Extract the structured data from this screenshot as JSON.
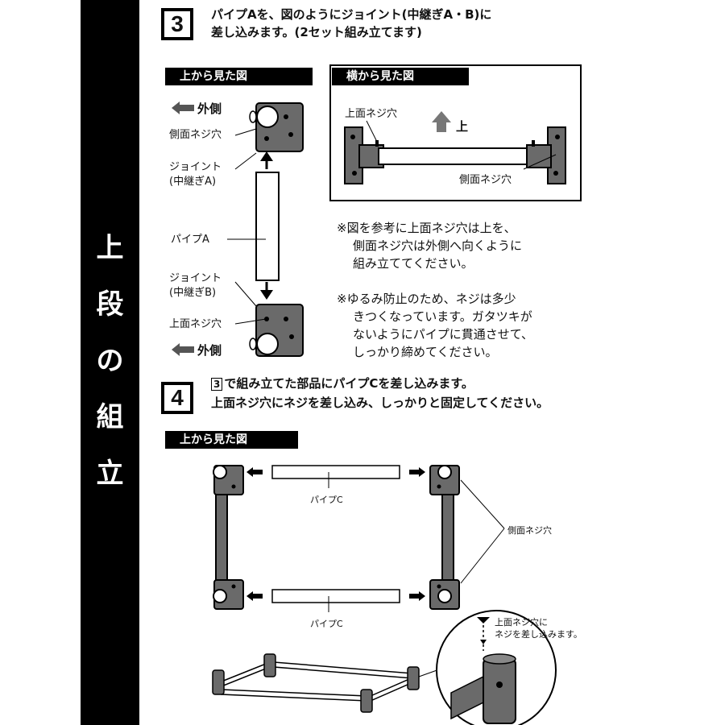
{
  "sidebar": {
    "chars": [
      "上",
      "段",
      "の",
      "組",
      "立"
    ]
  },
  "step3": {
    "number": "3",
    "line1": "パイプAを、図のようにジョイント(中継ぎA・B)に",
    "line2": "差し込みます。(2セット組み立てます)"
  },
  "top_view": {
    "label": "上から見た図",
    "outer_top": "外側",
    "side_hole": "側面ネジ穴",
    "joint_a_1": "ジョイント",
    "joint_a_2": "(中継ぎA)",
    "pipe_a": "パイプA",
    "joint_b_1": "ジョイント",
    "joint_b_2": "(中継ぎB)",
    "top_hole": "上面ネジ穴",
    "outer_bottom": "外側"
  },
  "side_view": {
    "label": "横から見た図",
    "top_hole": "上面ネジ穴",
    "up": "上",
    "side_hole": "側面ネジ穴"
  },
  "notes": {
    "note1": [
      "※図を参考に上面ネジ穴は上を、",
      "側面ネジ穴は外側へ向くように",
      "組み立ててください。"
    ],
    "note2": [
      "※ゆるみ防止のため、ネジは多少",
      "きつくなっています。ガタツキが",
      "ないようにパイプに貫通させて、",
      "しっかり締めてください。"
    ]
  },
  "step4": {
    "number": "4",
    "ref": "3",
    "line1": "で組み立てた部品にパイプCを差し込みます。",
    "line2": "上面ネジ穴にネジを差し込み、しっかりと固定してください。"
  },
  "view4": {
    "label": "上から見た図",
    "pipe_c_top": "パイプC",
    "pipe_c_bottom": "パイプC",
    "side_hole": "側面ネジ穴",
    "callout1": "上面ネジ穴に",
    "callout2": "ネジを差し込みます。"
  }
}
